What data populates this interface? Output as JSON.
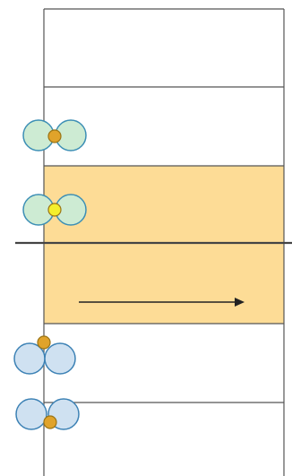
{
  "colors": {
    "background": "#ffffff",
    "line": "#555555",
    "highlight_band": "#fddc96",
    "green_lobe_fill": "#cdebd3",
    "green_lobe_stroke": "#3d8fb5",
    "blue_lobe_fill": "#cfe1f1",
    "blue_lobe_stroke": "#3d82b5",
    "center_dot_gold": "#e0a32b",
    "center_dot_yellow": "#f4ef2c",
    "dot_stroke": "#9a7416",
    "axis_line": "#444444",
    "arrow": "#222222"
  },
  "molecules": [
    {
      "kind": "green-pair",
      "center": "gold"
    },
    {
      "kind": "green-pair",
      "center": "yellow"
    },
    {
      "kind": "blue-pair",
      "center": "gold-top"
    },
    {
      "kind": "blue-pair",
      "center": "gold-bottom"
    }
  ],
  "arrow": {
    "direction": "right"
  }
}
